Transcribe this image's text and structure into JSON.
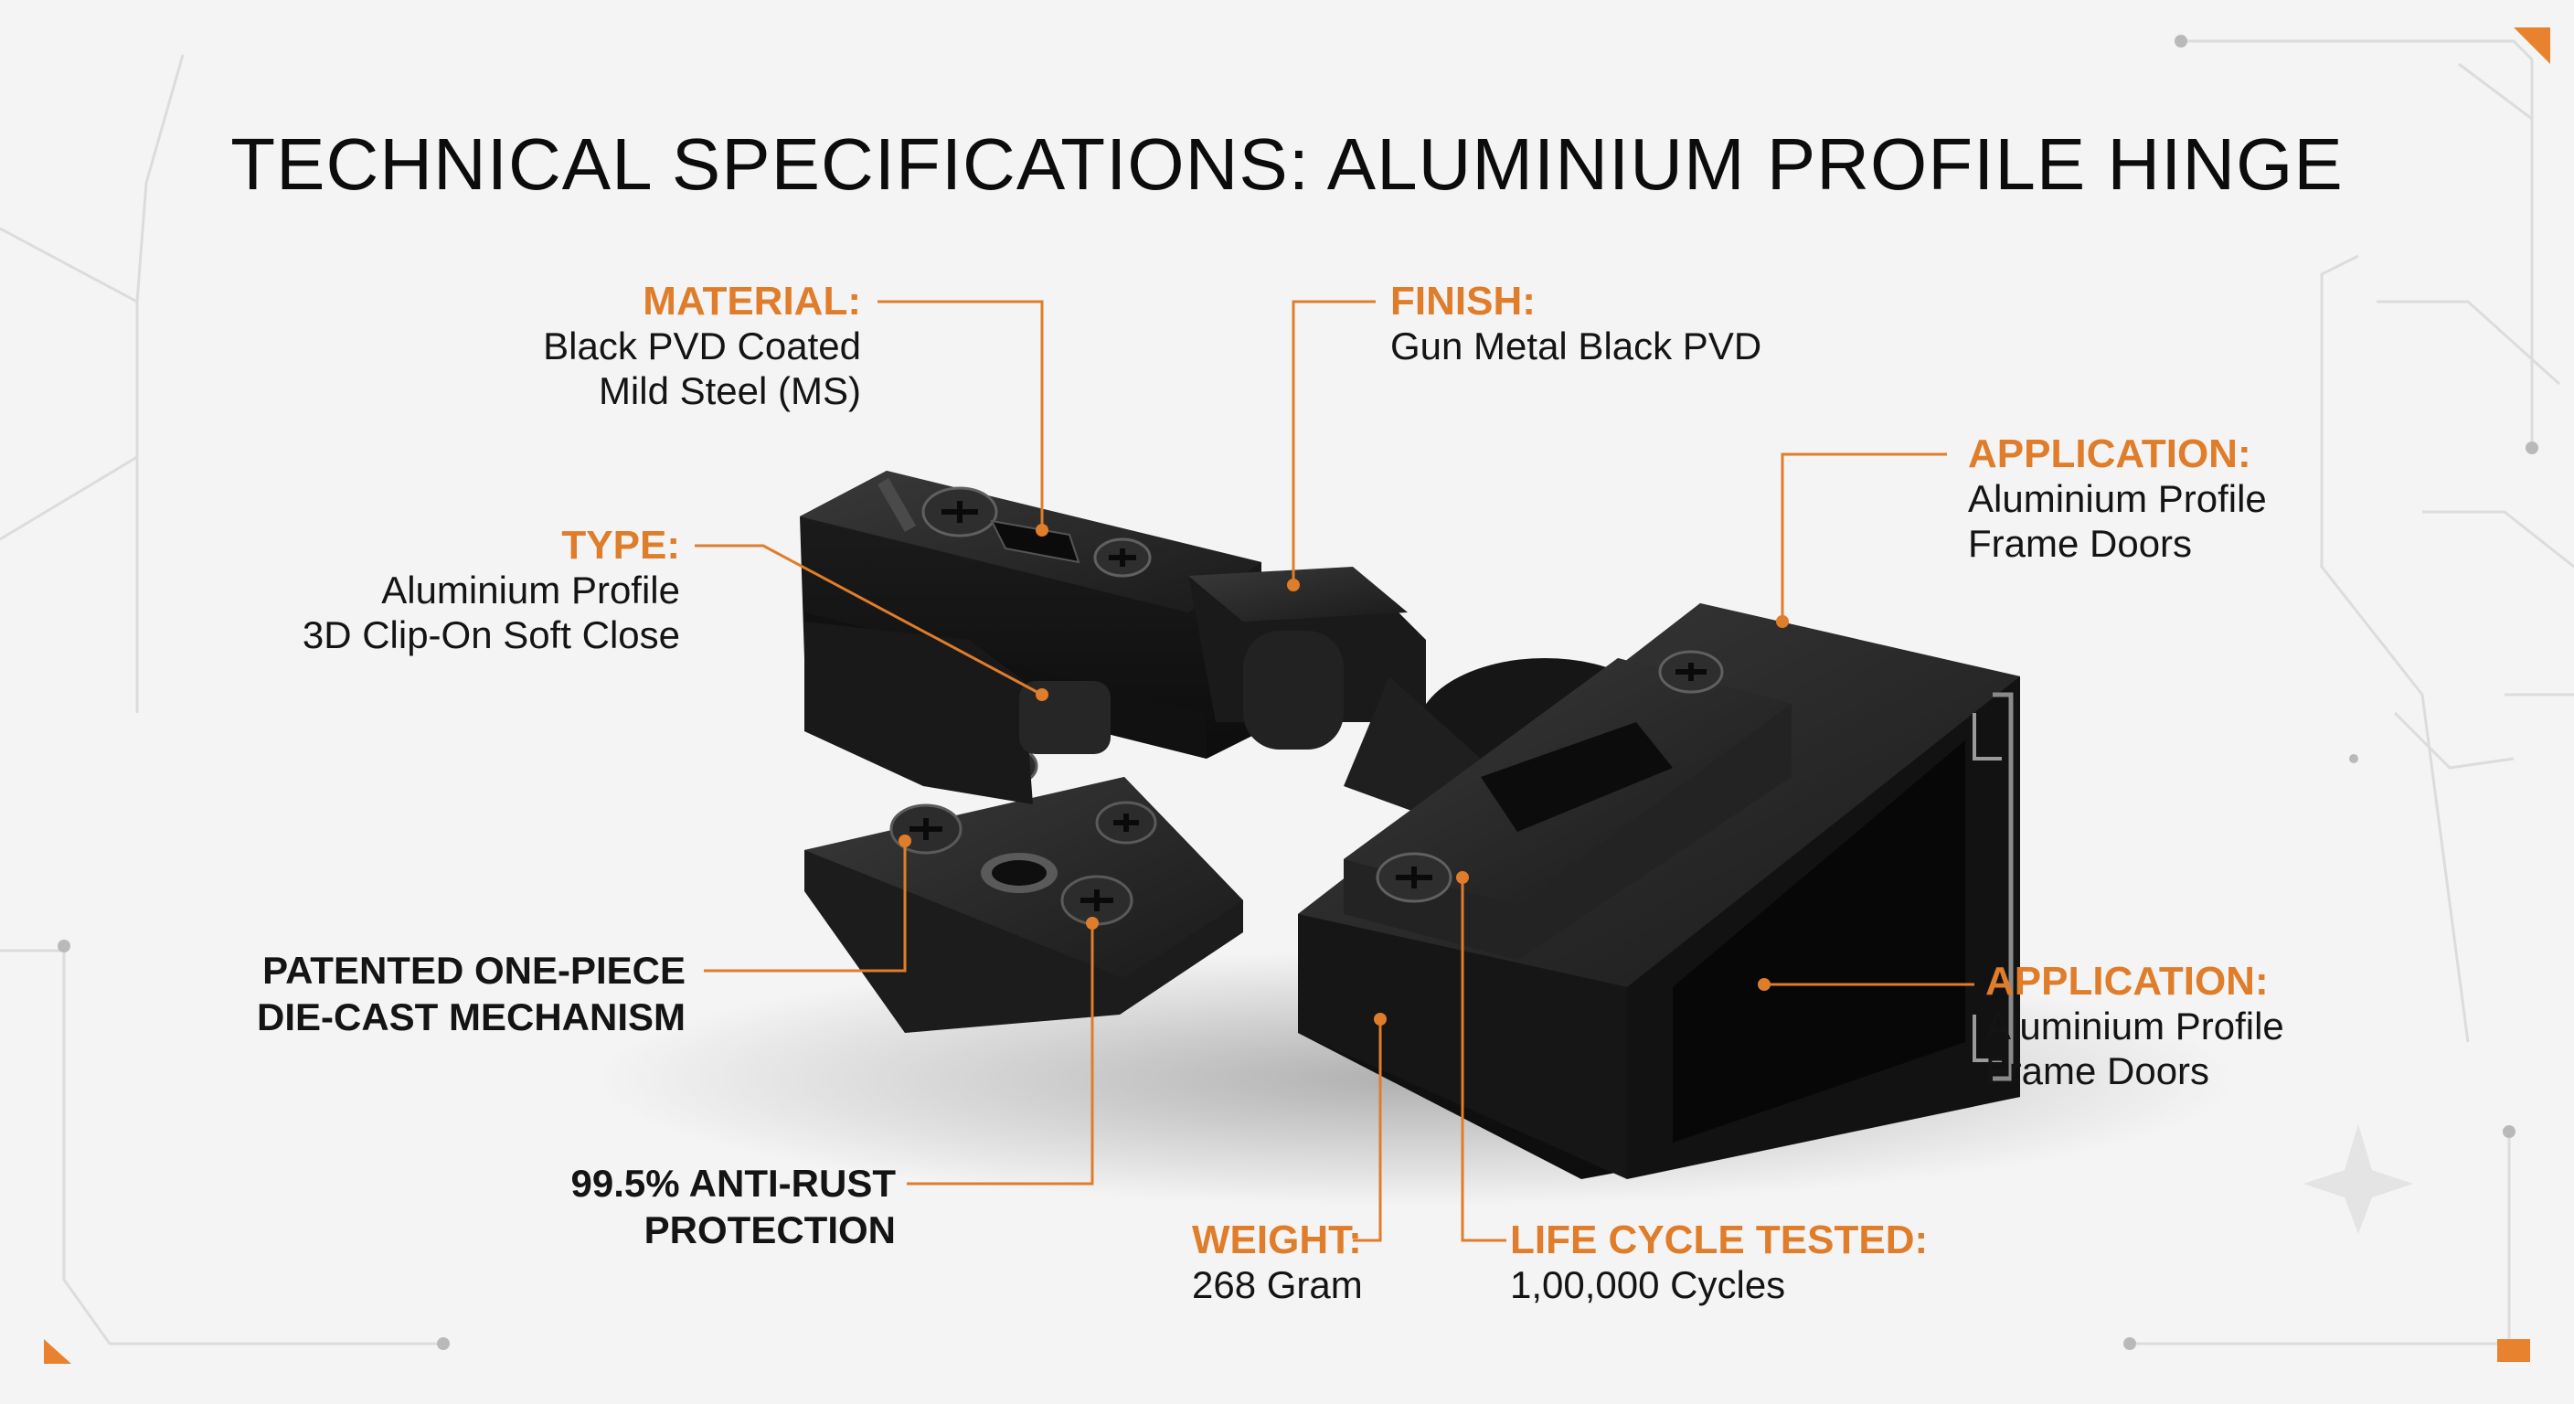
{
  "title": "TECHNICAL SPECIFICATIONS: ALUMINIUM PROFILE HINGE",
  "colors": {
    "accent": "#e07d2a",
    "text": "#141414",
    "product": "#1c1c1c",
    "background": "#f4f4f4"
  },
  "callouts": {
    "material": {
      "label": "MATERIAL:",
      "lines": [
        "Black PVD Coated",
        "Mild Steel (MS)"
      ]
    },
    "finish": {
      "label": "FINISH:",
      "lines": [
        "Gun Metal Black PVD"
      ]
    },
    "type": {
      "label": "TYPE:",
      "lines": [
        "Aluminium Profile",
        "3D Clip-On Soft Close"
      ]
    },
    "application_top": {
      "label": "APPLICATION:",
      "lines": [
        "Aluminium Profile",
        "Frame Doors"
      ]
    },
    "application_bottom": {
      "label": "APPLICATION:",
      "lines": [
        "Aluminium Profile",
        "Frame Doors"
      ]
    },
    "mechanism": {
      "lines": [
        "PATENTED ONE-PIECE",
        "DIE-CAST MECHANISM"
      ]
    },
    "rust": {
      "lines": [
        "99.5% ANTI-RUST",
        "PROTECTION"
      ]
    },
    "weight": {
      "label": "WEIGHT:",
      "lines": [
        "268 Gram"
      ]
    },
    "life_cycle": {
      "label": "LIFE CYCLE TESTED:",
      "lines": [
        "1,00,000 Cycles"
      ]
    }
  }
}
